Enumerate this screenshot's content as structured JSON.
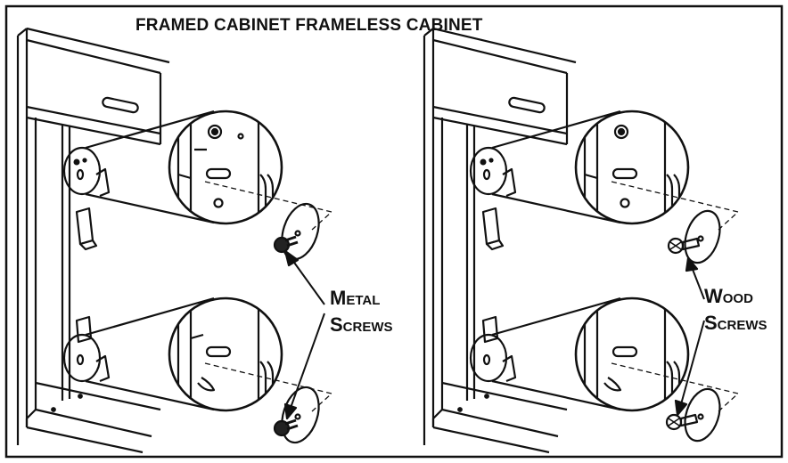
{
  "title": {
    "left": "FRAMED CABINET",
    "right": "FRAMELESS CABINET"
  },
  "callouts": {
    "metal": {
      "line1": "Metal",
      "line2": "Screws"
    },
    "wood": {
      "line1": "Wood",
      "line2": "Screws"
    }
  },
  "colors": {
    "ink": "#111111",
    "paper": "#ffffff",
    "shade": "#e6e6e6"
  }
}
